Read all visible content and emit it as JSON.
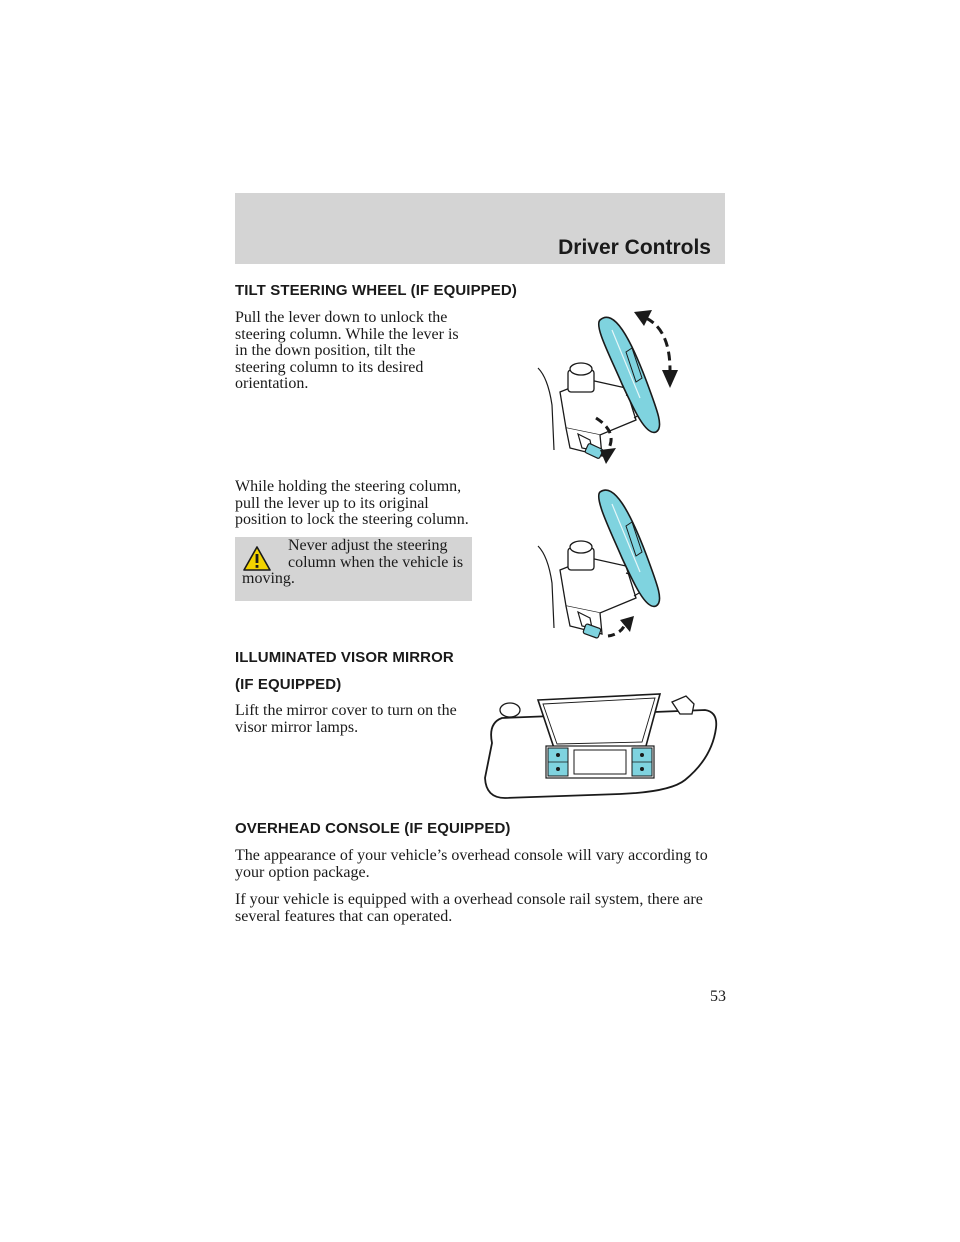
{
  "header": {
    "section_title": "Driver Controls"
  },
  "tilt_wheel": {
    "heading": "TILT STEERING WHEEL (IF EQUIPPED)",
    "para1_lines": [
      "Pull the lever down to unlock the",
      "steering column. While the lever is",
      "in the down position, tilt the",
      "steering column to its desired",
      "orientation."
    ],
    "para2_lines": [
      "While holding the steering column,",
      "pull the lever up to its original",
      "position to lock the steering column."
    ],
    "warning": {
      "line1": "Never adjust the steering",
      "line2": "column when the vehicle is",
      "line3": "moving.",
      "icon": "warning-triangle-icon"
    }
  },
  "visor_mirror": {
    "heading_line1": "ILLUMINATED VISOR MIRROR",
    "heading_line2": "(IF EQUIPPED)",
    "para_lines": [
      "Lift the mirror cover to turn on the",
      "visor mirror lamps."
    ]
  },
  "overhead_console": {
    "heading": "OVERHEAD CONSOLE (IF EQUIPPED)",
    "para1_lines": [
      "The appearance of your vehicle’s overhead console will vary according to",
      "your option package."
    ],
    "para2_lines": [
      "If your vehicle is equipped with a overhead console rail system, there are",
      "several features that can operated."
    ]
  },
  "footer": {
    "page_number": "53"
  },
  "colors": {
    "band_gray": "#d4d4d4",
    "illustration_cyan": "#7fd3df",
    "ink": "#1a1a1a"
  }
}
